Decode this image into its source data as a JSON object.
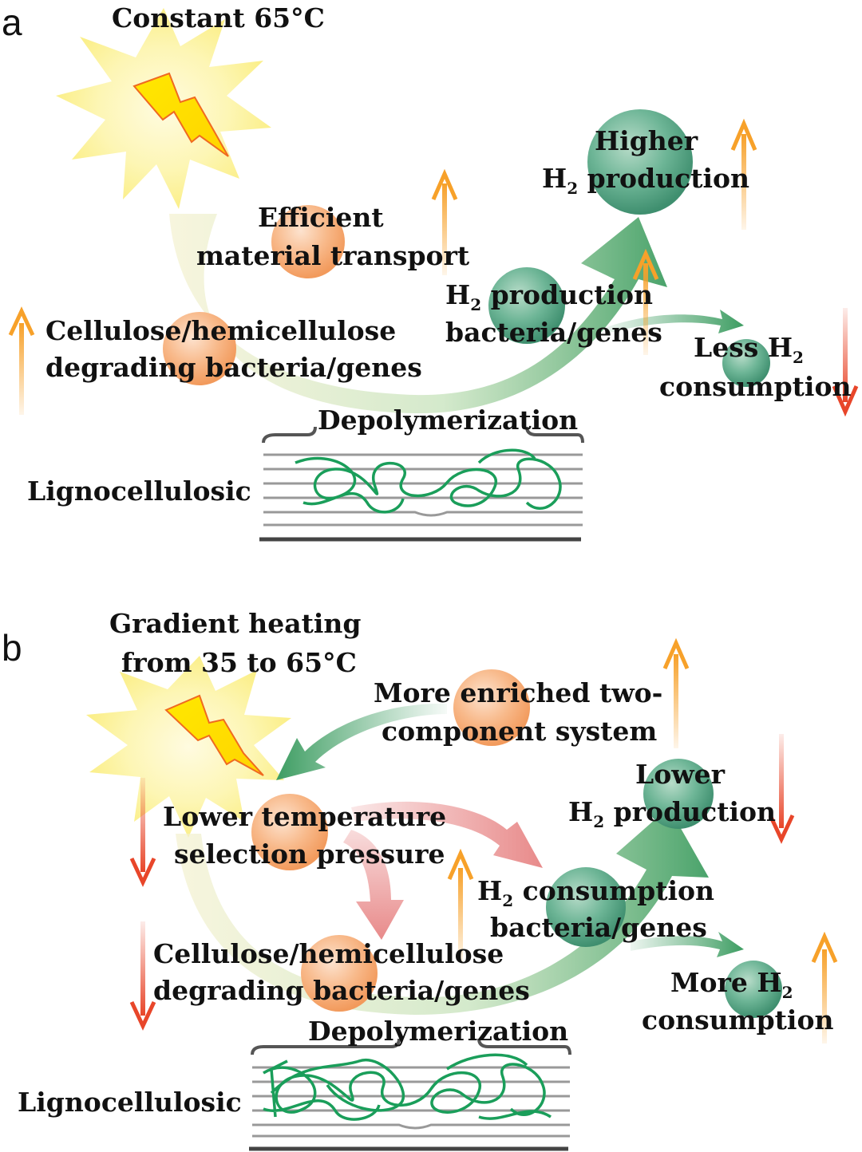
{
  "panel_a": {
    "letter": "a",
    "title": "Constant 65°C",
    "efficient_1": "Efficient",
    "efficient_2": "material transport",
    "cellulose_1": "Cellulose/hemicellulose",
    "cellulose_2": "degrading bacteria/genes",
    "h2prod_bact_1_pre": "H",
    "h2prod_bact_1_sub": "2",
    "h2prod_bact_1_post": " production",
    "h2prod_bact_2": "bacteria/genes",
    "higher_1": "Higher",
    "higher_2_pre": "H",
    "higher_2_sub": "2",
    "higher_2_post": " production",
    "less_1_pre": "Less H",
    "less_1_sub": "2",
    "less_2": "consumption",
    "depolymerization": "Depolymerization",
    "lignocellulosic": "Lignocellulosic"
  },
  "panel_b": {
    "letter": "b",
    "title_1": "Gradient heating",
    "title_2": "from 35 to 65°C",
    "enriched_1": "More enriched two-",
    "enriched_2": "component system",
    "lower_temp_1": "Lower temperature",
    "lower_temp_2": "selection pressure",
    "cellulose_1": "Cellulose/hemicellulose",
    "cellulose_2": "degrading bacteria/genes",
    "h2cons_bact_1_pre": "H",
    "h2cons_bact_1_sub": "2",
    "h2cons_bact_1_post": " consumption",
    "h2cons_bact_2": "bacteria/genes",
    "lower_1": "Lower",
    "lower_2_pre": "H",
    "lower_2_sub": "2",
    "lower_2_post": " production",
    "more_1_pre": "More H",
    "more_1_sub": "2",
    "more_2": "consumption",
    "depolymerization": "Depolymerization",
    "lignocellulosic": "Lignocellulosic"
  },
  "colors": {
    "up_arrow": "#f7a12a",
    "down_arrow": "#e8462a",
    "orange_circle": "#f6a96c",
    "green_circle": "#4f9e7f",
    "green_arrow": "#4aa36b",
    "pink_arrow": "#e88a8a",
    "sun": "#fbf08a",
    "fiber": "#1a9e5a"
  }
}
